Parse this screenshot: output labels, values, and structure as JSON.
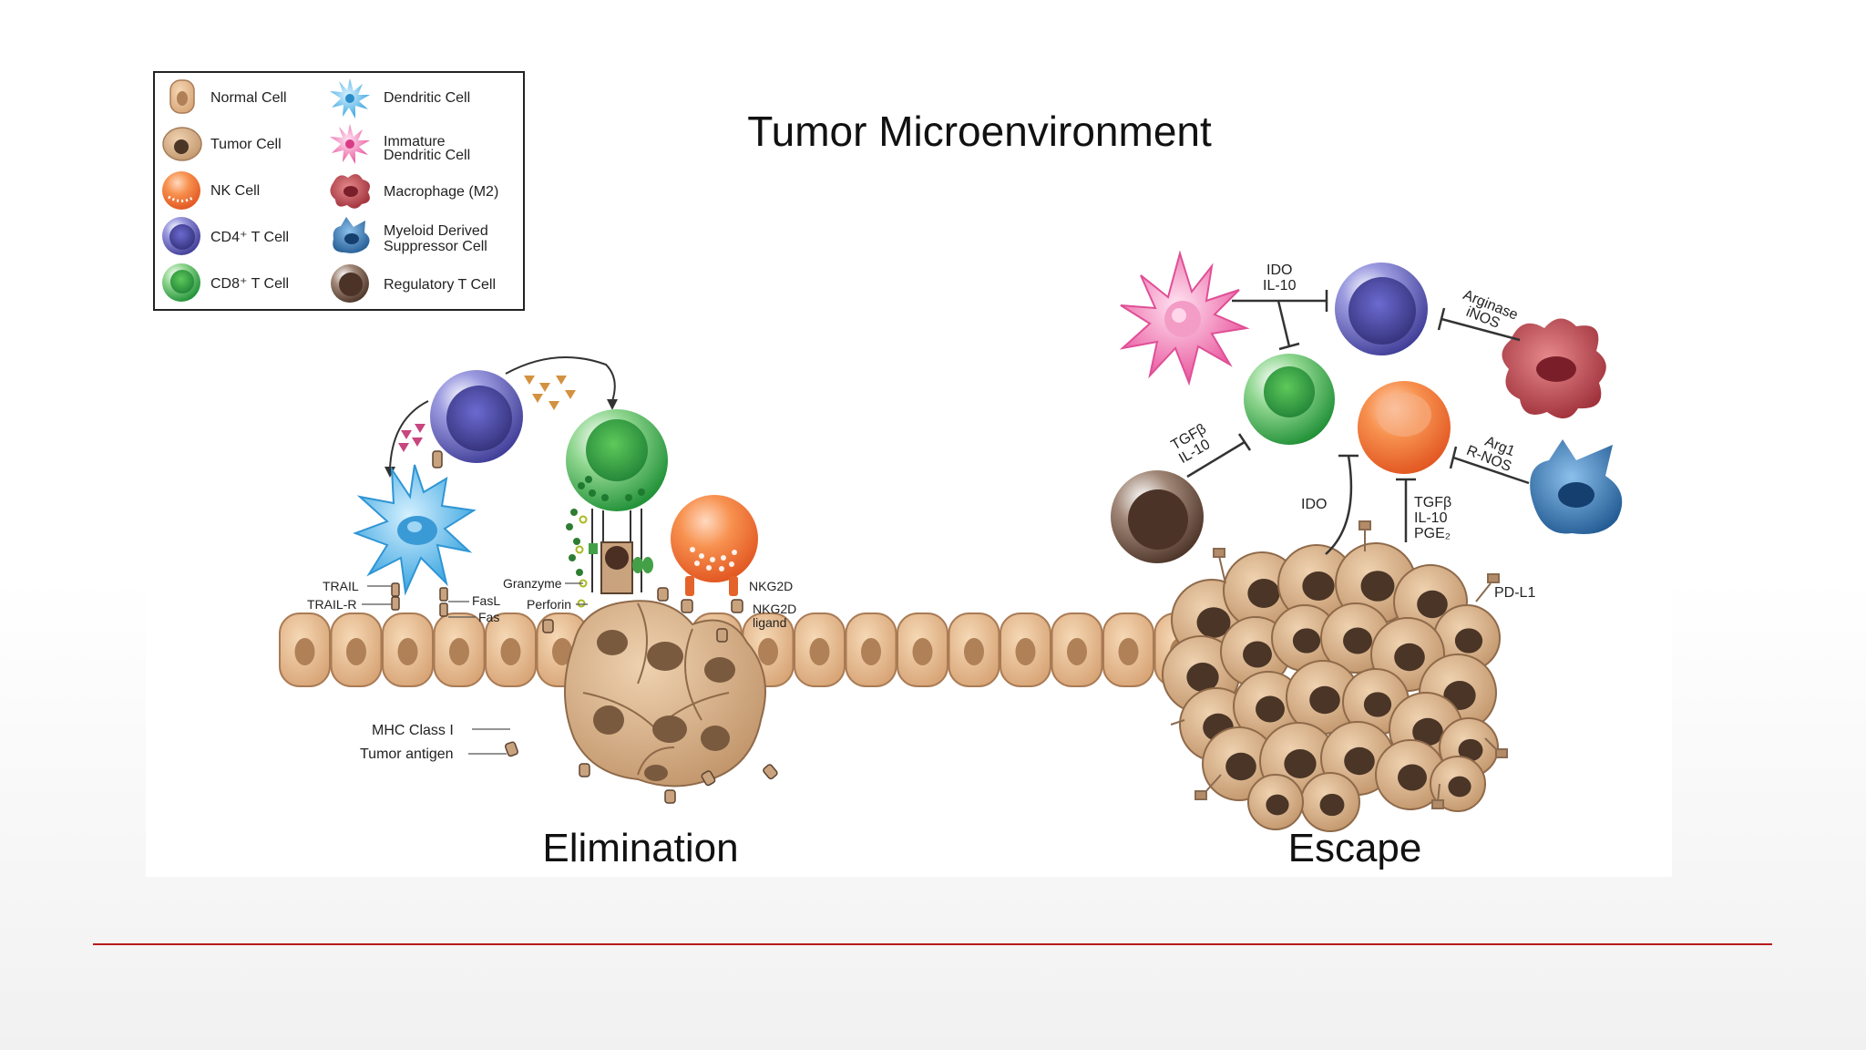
{
  "title": "Tumor Microenvironment",
  "legend": {
    "items": [
      {
        "label": "Normal Cell",
        "color": "#e6b98d"
      },
      {
        "label": "Tumor Cell",
        "color": "#d3aa82"
      },
      {
        "label": "NK Cell",
        "color": "#f26b2a"
      },
      {
        "label": "CD4⁺ T Cell",
        "color": "#5b59b5"
      },
      {
        "label": "CD8⁺ T Cell",
        "color": "#41b649"
      },
      {
        "label": "Dendritic Cell",
        "color": "#4fb3e4"
      },
      {
        "label": "Immature",
        "label2": "Dendritic Cell",
        "color": "#ef6fae"
      },
      {
        "label": "Macrophage (M2)",
        "color": "#b23f47"
      },
      {
        "label": "Myeloid Derived",
        "label2": "Suppressor Cell",
        "color": "#2f6ea8"
      },
      {
        "label": "Regulatory T Cell",
        "color": "#5a4033"
      }
    ]
  },
  "elimination": {
    "label": "Elimination",
    "labels": {
      "trail": "TRAIL",
      "trail_r": "TRAIL-R",
      "fasl": "FasL",
      "fas": "Fas",
      "granzyme": "Granzyme",
      "perforin": "Perforin",
      "nkg2d": "NKG2D",
      "nkg2d_ligand_1": "NKG2D",
      "nkg2d_ligand_2": "ligand",
      "mhc": "MHC Class I",
      "antigen": "Tumor antigen"
    }
  },
  "escape": {
    "label": "Escape",
    "labels": {
      "ido_il10_1": "IDO",
      "ido_il10_2": "IL-10",
      "arginase_1": "Arginase",
      "arginase_2": "iNOS",
      "tgfb_1": "TGFβ",
      "tgfb_2": "IL-10",
      "arg1_1": "Arg1",
      "arg1_2": "R-NOS",
      "ido": "IDO",
      "tgfb_il10_pge2_1": "TGFβ",
      "tgfb_il10_pge2_2": "IL-10",
      "tgfb_il10_pge2_3": "PGE₂",
      "pdl1": "PD-L1"
    }
  },
  "colors": {
    "accent_line": "#b8191c",
    "normal_cell": "#e6b98d",
    "normal_nucleus": "#a97b55",
    "tumor_cell": "#d3aa82",
    "tumor_nucleus": "#4a3526"
  }
}
